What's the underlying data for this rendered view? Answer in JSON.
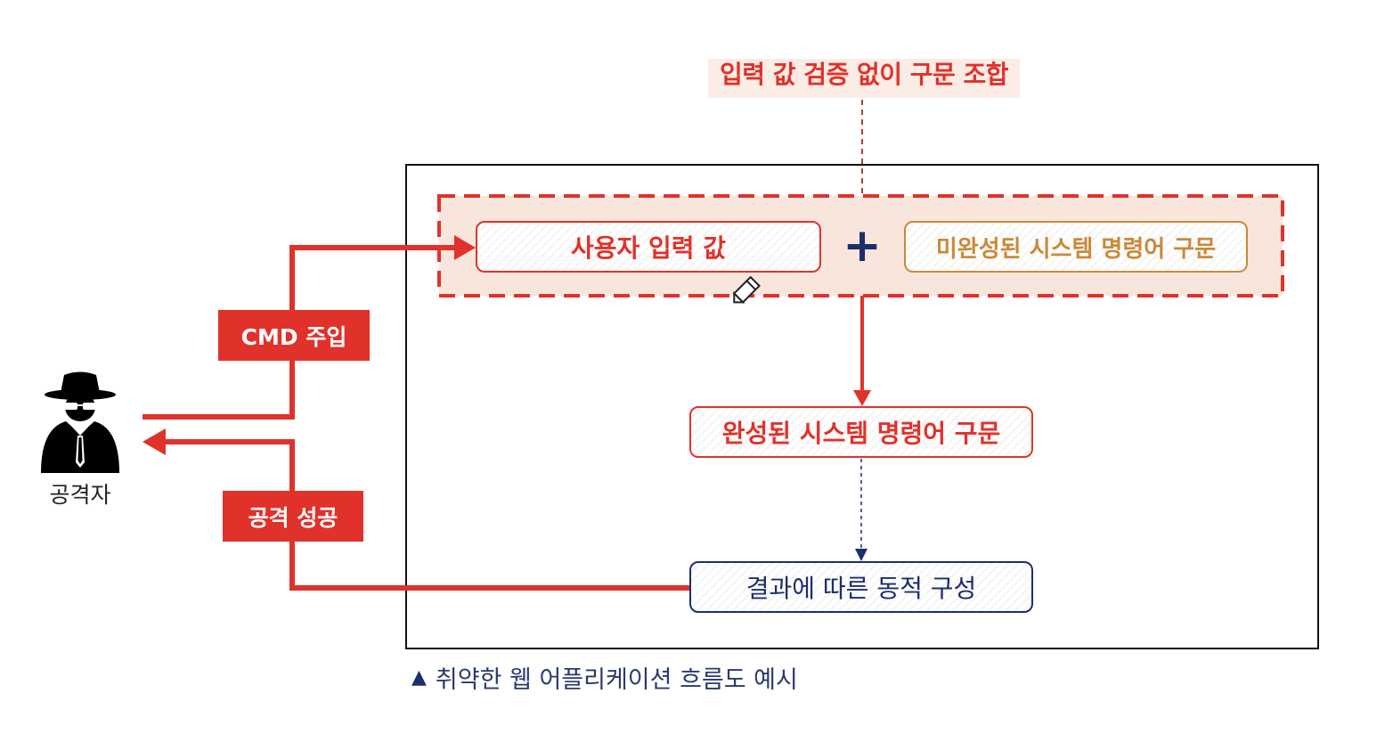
{
  "colors": {
    "red": "#e0322b",
    "orange": "#c98a3a",
    "navy": "#1c2f6b",
    "highlight_fill": "#f8e6dc"
  },
  "annotation": {
    "text": "입력 값 검증 없이 구문 조합"
  },
  "nodes": {
    "user_input": "사용자 입력 값",
    "plus": "+",
    "incomplete_command": "미완성된 시스템 명령어 구문",
    "complete_command": "완성된 시스템 명령어 구문",
    "dynamic_result": "결과에 따른 동적 구성"
  },
  "edges": {
    "cmd_inject": "CMD 주입",
    "attack_success": "공격 성공"
  },
  "actor": {
    "label": "공격자",
    "icon": "hacker-icon"
  },
  "caption": {
    "marker": "▲",
    "text": "취약한 웹 어플리케이션 흐름도 예시"
  }
}
